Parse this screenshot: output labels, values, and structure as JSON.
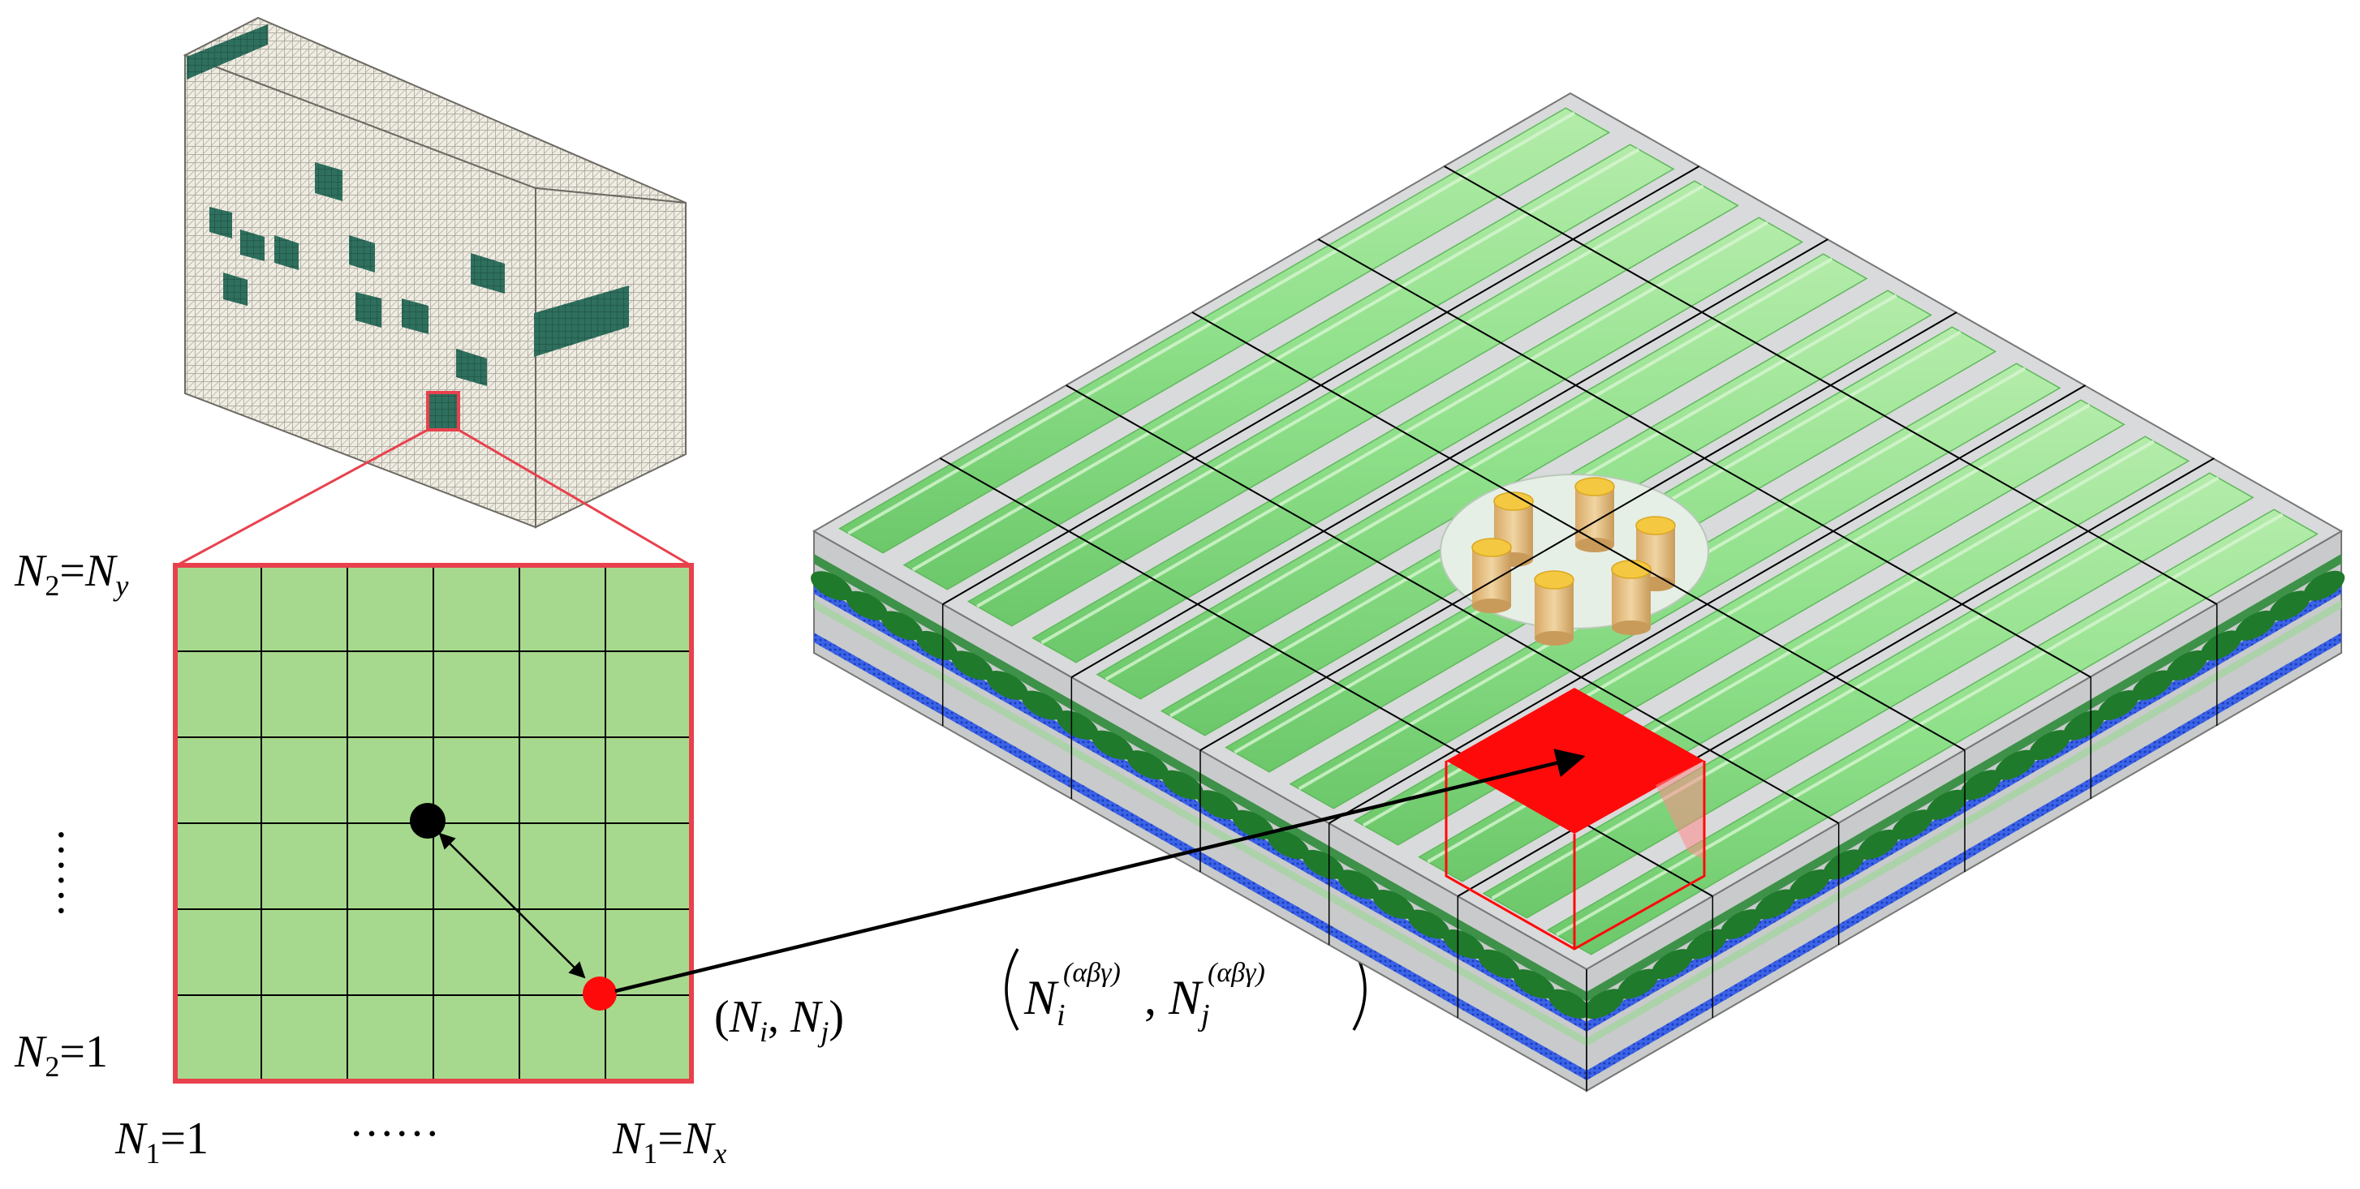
{
  "labels": {
    "n2_top_var": "N",
    "n2_top_sub": "2",
    "n2_top_eq": "=",
    "n2_top_rhs": "N",
    "n2_top_rhs_sub": "y",
    "n2_bottom_var": "N",
    "n2_bottom_sub": "2",
    "n2_bottom_rest": "=1",
    "n1_left_var": "N",
    "n1_left_sub": "1",
    "n1_left_rest": "=1",
    "n1_right_var": "N",
    "n1_right_sub": "1",
    "n1_right_eq": "=",
    "n1_right_rhs": "N",
    "n1_right_rhs_sub": "x",
    "h_ellipsis": "……",
    "v_ellipsis": "……",
    "coord_open": "(",
    "coord_ni": "N",
    "coord_i": "i",
    "coord_comma": ", ",
    "coord_nj": "N",
    "coord_j": "j",
    "coord_close": ")",
    "global_ni": "N",
    "global_i": "i",
    "global_sup_i": "(αβγ)",
    "global_comma": ",",
    "global_nj": "N",
    "global_j": "j",
    "global_sup_j": "(αβγ)"
  },
  "grid": {
    "rows": 6,
    "cols": 6
  },
  "colors": {
    "grid_fill": "#a6d98d",
    "grid_border": "#e8414d",
    "fiber_light": "#8fe08a",
    "fiber_dark": "#1f7a2b",
    "matrix_gray": "#c9cacb",
    "blue_layer": "#2f59e0",
    "highlight_red": "#ff0a0a",
    "pillar_yellow": "#f5c842",
    "mesh_block": "#f0ede4",
    "mesh_patch": "#2a6e5c"
  }
}
